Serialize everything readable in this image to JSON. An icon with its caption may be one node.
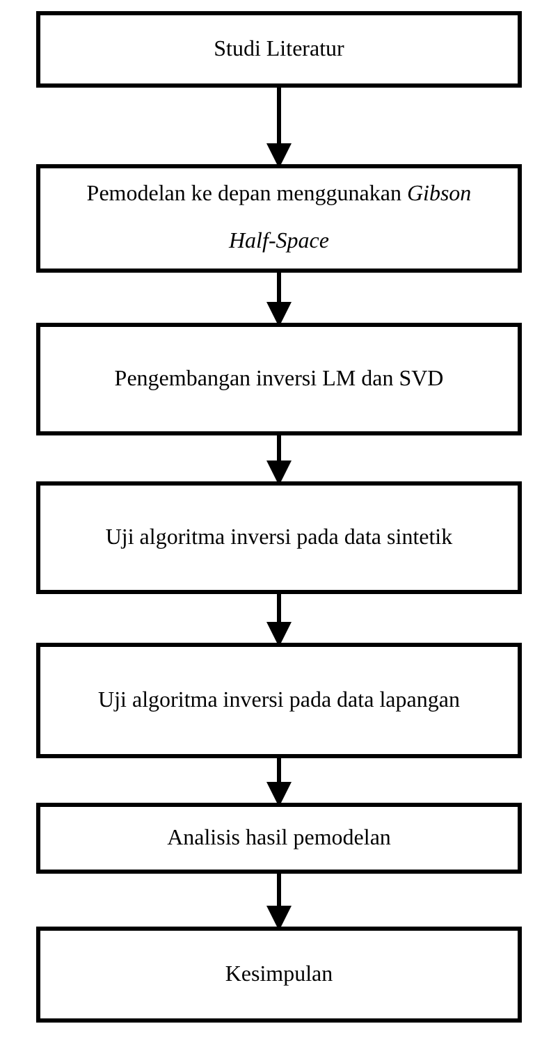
{
  "diagram": {
    "nodes": [
      {
        "text": [
          "Studi Literatur"
        ]
      },
      {
        "text": [
          "Pemodelan ke depan menggunakan *Gibson Half-Space*"
        ]
      },
      {
        "text": [
          "Pengembangan inversi LM dan SVD"
        ]
      },
      {
        "text": [
          "Uji algoritma inversi pada data sintetik"
        ]
      },
      {
        "text": [
          "Uji algoritma inversi pada data lapangan"
        ]
      },
      {
        "text": [
          "Analisis hasil pemodelan"
        ]
      },
      {
        "text": [
          "Kesimpulan"
        ]
      }
    ],
    "edges": [
      {
        "from": 0,
        "to": 1,
        "arrow": "to"
      },
      {
        "from": 1,
        "to": 2,
        "arrow": "to"
      },
      {
        "from": 2,
        "to": 3,
        "arrow": "to"
      },
      {
        "from": 3,
        "to": 4,
        "arrow": "to"
      },
      {
        "from": 4,
        "to": 5,
        "arrow": "to"
      },
      {
        "from": 5,
        "to": 6,
        "arrow": "to"
      }
    ]
  }
}
